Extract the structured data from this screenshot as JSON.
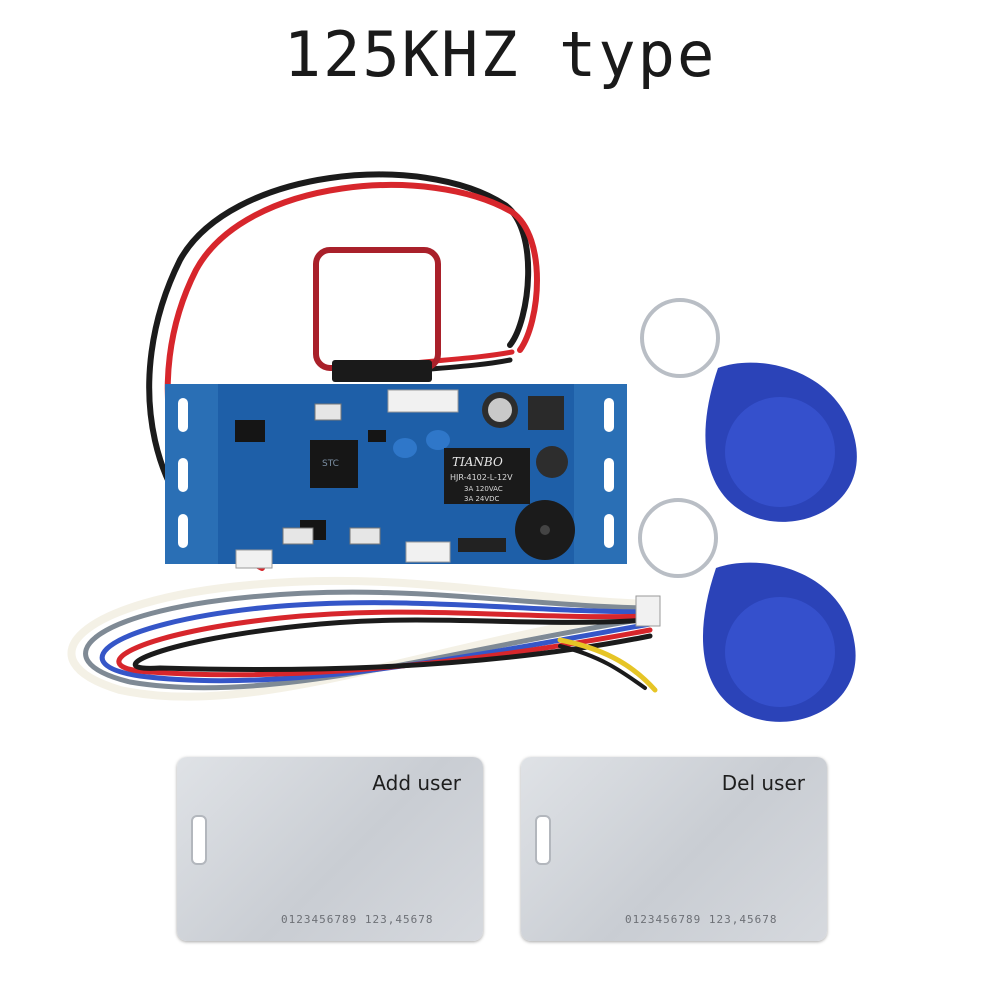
{
  "title": "125KHZ type",
  "board": {
    "relay_brand": "TIANBO",
    "relay_model": "HJR-4102-L-12V",
    "relay_rating_ac": "3A 120VAC",
    "relay_rating_dc": "3A 24VDC",
    "chip_label": "STC"
  },
  "cards": [
    {
      "label": "Add user",
      "number": "0123456789 123,45678"
    },
    {
      "label": "Del user",
      "number": "0123456789 123,45678"
    }
  ],
  "colors": {
    "pcb": "#1e5fa8",
    "keyfob": "#2b43b8",
    "card": "#d2d5da",
    "wire_red": "#d7262c",
    "wire_black": "#1b1b1b"
  }
}
